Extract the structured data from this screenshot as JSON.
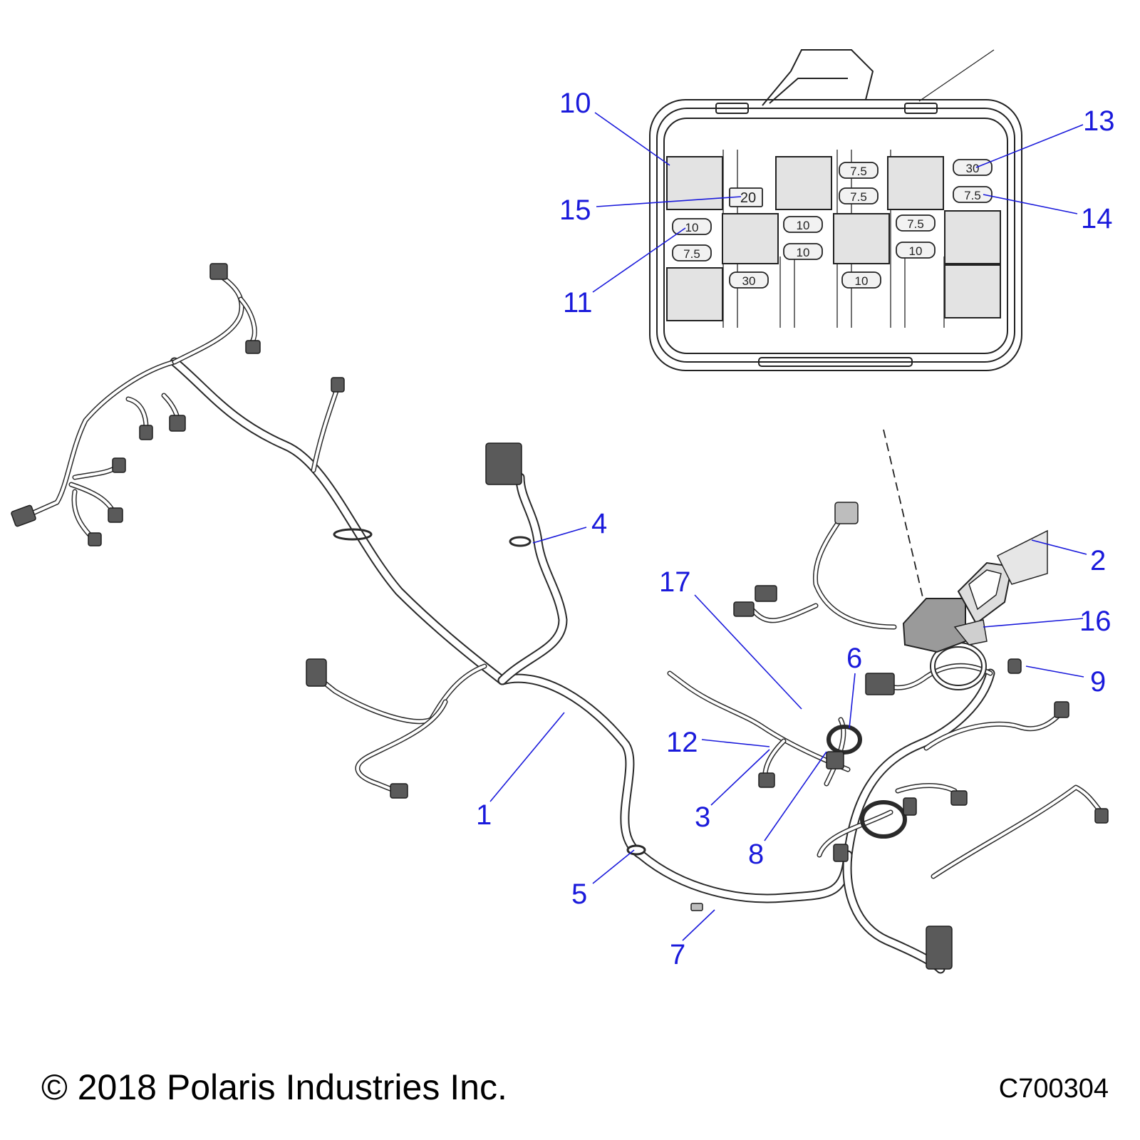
{
  "callouts": {
    "c1": "1",
    "c2": "2",
    "c3": "3",
    "c4": "4",
    "c5": "5",
    "c6": "6",
    "c7": "7",
    "c8": "8",
    "c9": "9",
    "c10": "10",
    "c11": "11",
    "c12": "12",
    "c13": "13",
    "c14": "14",
    "c15": "15",
    "c16": "16",
    "c17": "17"
  },
  "fuse_box": {
    "fuses": [
      "7.5",
      "7.5",
      "30",
      "7.5",
      "20",
      "10",
      "7.5",
      "10",
      "10",
      "7.5",
      "10",
      "30",
      "10"
    ]
  },
  "footer": {
    "copyright": "© 2018 Polaris Industries Inc.",
    "drawing_id": "C700304"
  },
  "colors": {
    "callout": "#1a1adb",
    "line_art": "#2a2a2a"
  }
}
